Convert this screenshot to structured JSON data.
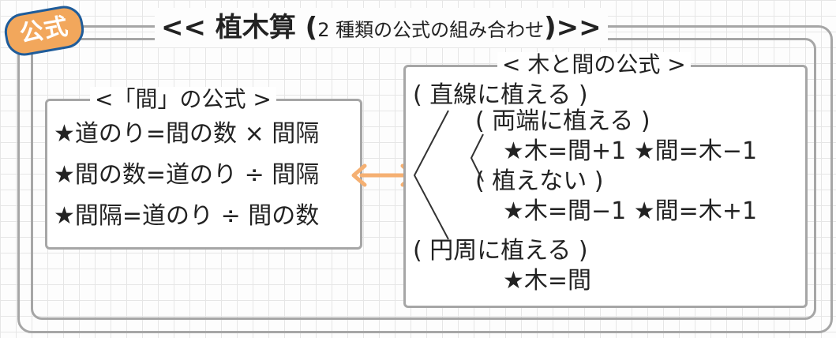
{
  "badge": {
    "label": "公式"
  },
  "title": {
    "main": "<< 植木算 (",
    "sub": "2 種類の公式の組み合わせ",
    "end": ")>>"
  },
  "left_box": {
    "heading": "<「間」の公式 >",
    "formulas": [
      "★道のり=間の数 × 間隔",
      "★間の数=道のり ÷ 間隔",
      "★間隔=道のり ÷ 間の数"
    ]
  },
  "right_box": {
    "heading": "< 木と間の公式 >",
    "straight": "( 直線に植える )",
    "both_ends": "( 両端に植える )",
    "both_ends_formula": "★木=間+1 ★間=木−1",
    "no_ends": "( 植えない )",
    "no_ends_formula": "★木=間−1 ★間=木+1",
    "circle": "( 円周に植える )",
    "circle_formula": "★木=間"
  },
  "colors": {
    "badge_fill": "#f2a75c",
    "badge_border": "#1f5c9a",
    "arrow": "#f5b072",
    "frame": "#a6a6a6"
  }
}
